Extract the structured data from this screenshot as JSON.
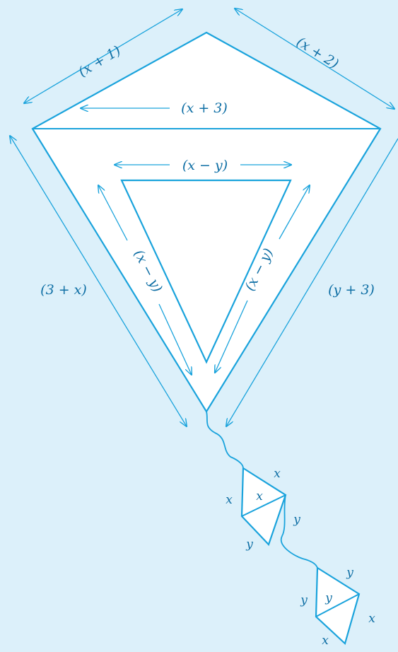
{
  "colors": {
    "background": "#dcf0fa",
    "line": "#1aa3dc",
    "text": "#0f6fa5",
    "fill": "#ffffff"
  },
  "labels": {
    "upper_left_side": "(x + 1)",
    "upper_right_side": "(x + 2)",
    "horizontal_diagonal": "(x + 3)",
    "lower_left_side": "(3 + x)",
    "lower_right_side": "(y + 3)",
    "inner_top": "(x − y)",
    "inner_left": "(x − y)",
    "inner_right": "(x − y)"
  },
  "tail_kite_1": {
    "left": "x",
    "top_right": "x",
    "inner": "x",
    "right": "y",
    "bottom": "y"
  },
  "tail_kite_2": {
    "top_right": "y",
    "left": "y",
    "inner": "y",
    "right": "x",
    "bottom": "x"
  }
}
